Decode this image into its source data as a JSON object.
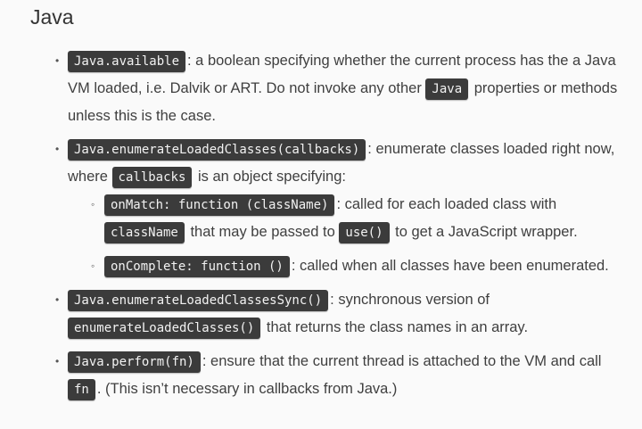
{
  "section": {
    "title": "Java"
  },
  "items": [
    {
      "code": "Java.available",
      "text1": ": a boolean specifying whether the current process has the a Java VM loaded, i.e. Dalvik or ART. Do not invoke any other ",
      "code2": "Java",
      "text2": " properties or methods unless this is the case."
    },
    {
      "code": "Java.enumerateLoadedClasses(callbacks)",
      "text1": ": enumerate classes loaded right now, where ",
      "code2": "callbacks",
      "text2": " is an object specifying:",
      "sub": [
        {
          "code": "onMatch: function (className)",
          "text1": ": called for each loaded class with ",
          "code2": "className",
          "text2": " that may be passed to ",
          "code3": "use()",
          "text3": " to get a JavaScript wrapper."
        },
        {
          "code": "onComplete: function ()",
          "text1": ": called when all classes have been enumerated."
        }
      ]
    },
    {
      "code": "Java.enumerateLoadedClassesSync()",
      "text1": ": synchronous version of ",
      "code2": "enumerateLoadedClasses()",
      "text2": " that returns the class names in an array."
    },
    {
      "code": "Java.perform(fn)",
      "text1": ": ensure that the current thread is attached to the VM and call ",
      "code2": "fn",
      "text2": ". (This isn’t necessary in callbacks from Java.)"
    }
  ]
}
